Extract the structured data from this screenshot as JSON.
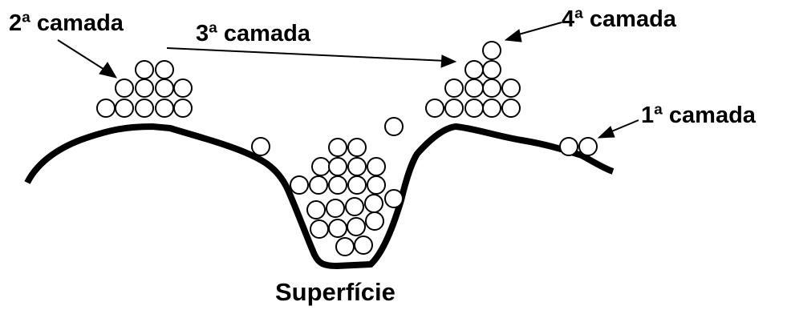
{
  "labels": {
    "layer2": "2ª camada",
    "layer3": "3ª camada",
    "layer4": "4ª camada",
    "layer1": "1ª camada",
    "surface": "Superfície"
  },
  "colors": {
    "stroke": "#000000",
    "fill": "#ffffff"
  }
}
